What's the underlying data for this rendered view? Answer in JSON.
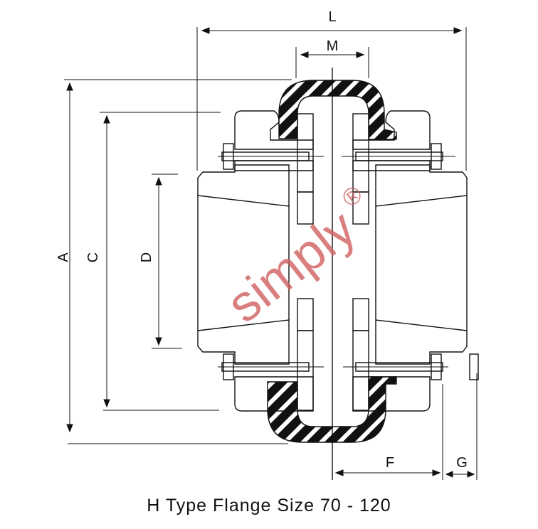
{
  "caption": "H Type Flange Size 70 - 120",
  "dimensions": {
    "L": "L",
    "M": "M",
    "A": "A",
    "C": "C",
    "D": "D",
    "F": "F",
    "G": "G"
  },
  "watermark": {
    "text": "simply",
    "mark": "®",
    "color": "#d06060"
  }
}
